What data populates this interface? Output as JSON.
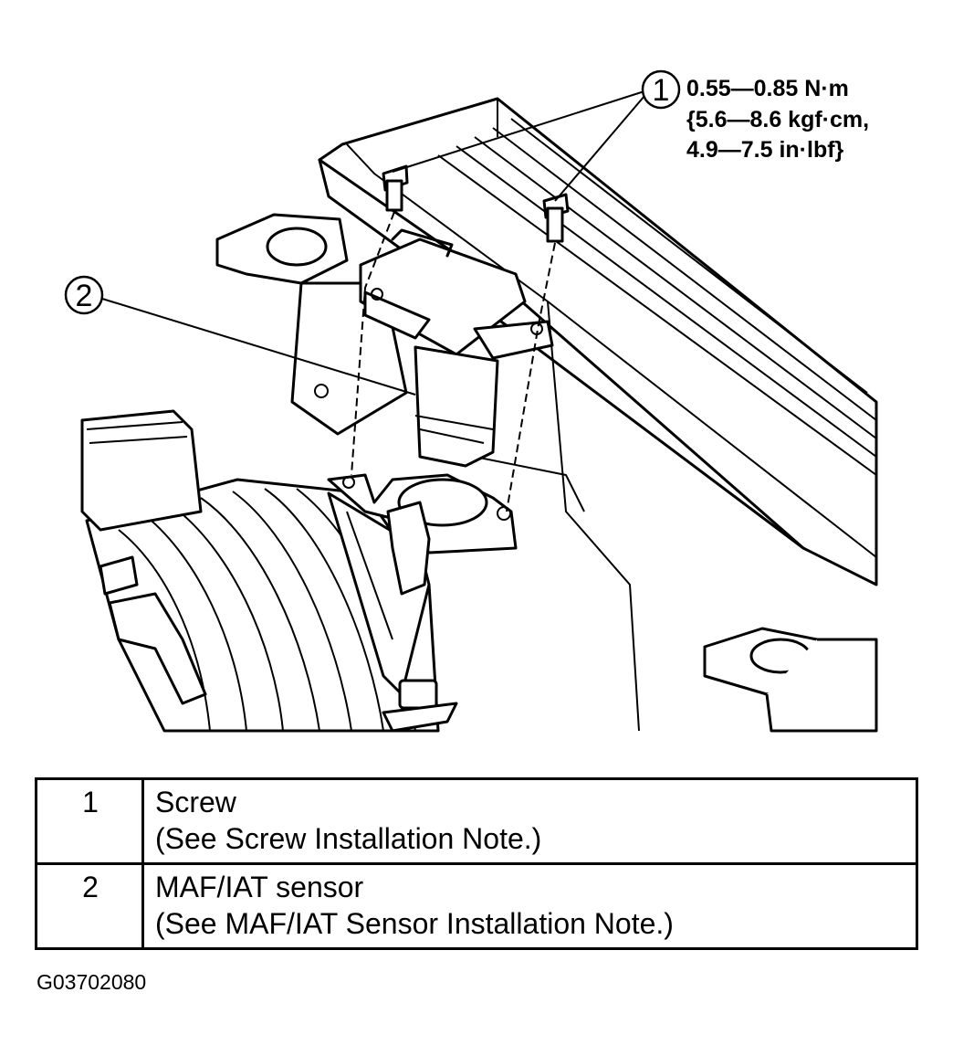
{
  "callouts": [
    {
      "number": "1"
    },
    {
      "number": "2"
    }
  ],
  "torque_spec": {
    "line1": "0.55—0.85 N·m",
    "line2": "{5.6—8.6 kgf·cm,",
    "line3": "4.9—7.5 in·lbf}"
  },
  "legend": {
    "rows": [
      {
        "number": "1",
        "name": "Screw",
        "note": "(See Screw Installation Note.)"
      },
      {
        "number": "2",
        "name": "MAF/IAT sensor",
        "note": "(See MAF/IAT Sensor Installation Note.)"
      }
    ]
  },
  "figure_id": "G03702080"
}
